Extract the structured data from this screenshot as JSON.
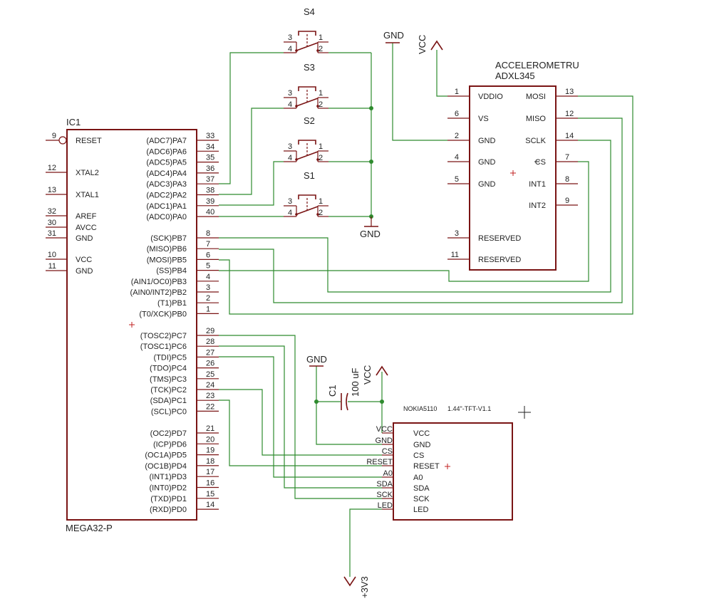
{
  "mcu": {
    "name": "IC1",
    "value": "MEGA32-P",
    "left_pins": [
      {
        "num": "9",
        "name": "RESET"
      },
      {
        "num": "12",
        "name": "XTAL2"
      },
      {
        "num": "13",
        "name": "XTAL1"
      },
      {
        "num": "32",
        "name": "AREF"
      },
      {
        "num": "30",
        "name": "AVCC"
      },
      {
        "num": "31",
        "name": "GND"
      },
      {
        "num": "10",
        "name": "VCC"
      },
      {
        "num": "11",
        "name": "GND"
      }
    ],
    "right_pins": [
      {
        "num": "33",
        "name": "(ADC7)PA7"
      },
      {
        "num": "34",
        "name": "(ADC6)PA6"
      },
      {
        "num": "35",
        "name": "(ADC5)PA5"
      },
      {
        "num": "36",
        "name": "(ADC4)PA4"
      },
      {
        "num": "37",
        "name": "(ADC3)PA3"
      },
      {
        "num": "38",
        "name": "(ADC2)PA2"
      },
      {
        "num": "39",
        "name": "(ADC1)PA1"
      },
      {
        "num": "40",
        "name": "(ADC0)PA0"
      },
      {
        "num": "8",
        "name": "(SCK)PB7"
      },
      {
        "num": "7",
        "name": "(MISO)PB6"
      },
      {
        "num": "6",
        "name": "(MOSI)PB5"
      },
      {
        "num": "5",
        "name": "(SS)PB4"
      },
      {
        "num": "4",
        "name": "(AIN1/OC0)PB3"
      },
      {
        "num": "3",
        "name": "(AIN0/INT2)PB2"
      },
      {
        "num": "2",
        "name": "(T1)PB1"
      },
      {
        "num": "1",
        "name": "(T0/XCK)PB0"
      },
      {
        "num": "29",
        "name": "(TOSC2)PC7"
      },
      {
        "num": "28",
        "name": "(TOSC1)PC6"
      },
      {
        "num": "27",
        "name": "(TDI)PC5"
      },
      {
        "num": "26",
        "name": "(TDO)PC4"
      },
      {
        "num": "25",
        "name": "(TMS)PC3"
      },
      {
        "num": "24",
        "name": "(TCK)PC2"
      },
      {
        "num": "23",
        "name": "(SDA)PC1"
      },
      {
        "num": "22",
        "name": "(SCL)PC0"
      },
      {
        "num": "21",
        "name": "(OC2)PD7"
      },
      {
        "num": "20",
        "name": "(ICP)PD6"
      },
      {
        "num": "19",
        "name": "(OC1A)PD5"
      },
      {
        "num": "18",
        "name": "(OC1B)PD4"
      },
      {
        "num": "17",
        "name": "(INT1)PD3"
      },
      {
        "num": "16",
        "name": "(INT0)PD2"
      },
      {
        "num": "15",
        "name": "(TXD)PD1"
      },
      {
        "num": "14",
        "name": "(RXD)PD0"
      }
    ]
  },
  "switches": [
    {
      "name": "S4",
      "pins": [
        "3",
        "1",
        "4",
        "2"
      ]
    },
    {
      "name": "S3",
      "pins": [
        "3",
        "1",
        "4",
        "2"
      ]
    },
    {
      "name": "S2",
      "pins": [
        "3",
        "1",
        "4",
        "2"
      ]
    },
    {
      "name": "S1",
      "pins": [
        "3",
        "1",
        "4",
        "2"
      ]
    }
  ],
  "accel": {
    "title": "ACCELEROMETRU",
    "value": "ADXL345",
    "left_pins": [
      {
        "num": "1",
        "name": "VDDIO"
      },
      {
        "num": "6",
        "name": "VS"
      },
      {
        "num": "2",
        "name": "GND"
      },
      {
        "num": "4",
        "name": "GND"
      },
      {
        "num": "5",
        "name": "GND"
      },
      {
        "num": "3",
        "name": "RESERVED"
      },
      {
        "num": "11",
        "name": "RESERVED"
      }
    ],
    "right_pins": [
      {
        "num": "13",
        "name": "MOSI"
      },
      {
        "num": "12",
        "name": "MISO"
      },
      {
        "num": "14",
        "name": "SCLK"
      },
      {
        "num": "7",
        "name": "CS"
      },
      {
        "num": "8",
        "name": "INT1"
      },
      {
        "num": "9",
        "name": "INT2"
      }
    ]
  },
  "lcd": {
    "title": "NOKIA5110",
    "value": "1.44\"-TFT-V1.1",
    "pins": [
      "VCC",
      "GND",
      "CS",
      "RESET",
      "A0",
      "SDA",
      "SCK",
      "LED"
    ],
    "net_labels": [
      "VCC",
      "GND",
      "CS",
      "RESET",
      "A0",
      "SDA",
      "SCK",
      "LED"
    ]
  },
  "capacitor": {
    "name": "C1",
    "value": "100 uF"
  },
  "supplies": {
    "gnd_top": "GND",
    "vcc_top": "VCC",
    "gnd_switch": "GND",
    "gnd_cap": "GND",
    "vcc_cap": "VCC",
    "v33": "+3V3"
  }
}
